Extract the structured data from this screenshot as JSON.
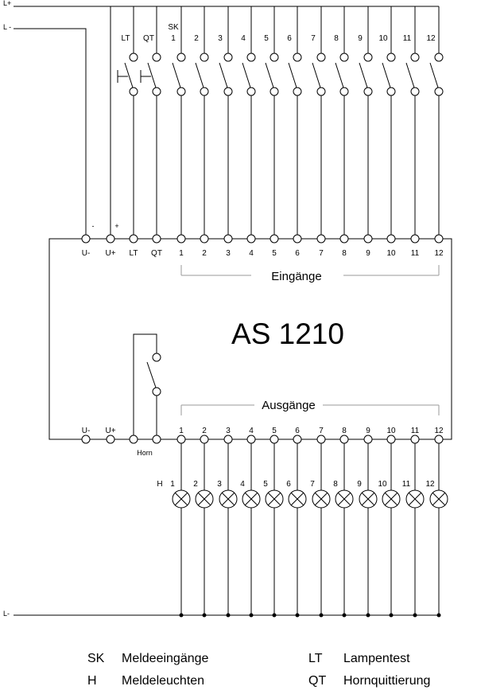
{
  "rails": {
    "top_positive": "L+",
    "top_negative": "L -",
    "bottom_negative": "L-"
  },
  "supply": {
    "minus_sign": "-",
    "plus_sign": "+"
  },
  "module": {
    "title": "AS 1210"
  },
  "inputs": {
    "switch_group_label": "SK",
    "switch_labels": [
      "LT",
      "QT",
      "1",
      "2",
      "3",
      "4",
      "5",
      "6",
      "7",
      "8",
      "9",
      "10",
      "11",
      "12"
    ],
    "terminal_labels": [
      "U-",
      "U+",
      "LT",
      "QT",
      "1",
      "2",
      "3",
      "4",
      "5",
      "6",
      "7",
      "8",
      "9",
      "10",
      "11",
      "12"
    ],
    "group_label": "Eingänge"
  },
  "outputs": {
    "group_label": "Ausgänge",
    "terminal_labels": [
      "U-",
      "U+",
      "1",
      "2",
      "3",
      "4",
      "5",
      "6",
      "7",
      "8",
      "9",
      "10",
      "11",
      "12"
    ],
    "horn_label": "Horn",
    "lamp_group_label": "H",
    "lamp_labels": [
      "1",
      "2",
      "3",
      "4",
      "5",
      "6",
      "7",
      "8",
      "9",
      "10",
      "11",
      "12"
    ]
  },
  "legend": [
    {
      "code": "SK",
      "text": "Meldeeingänge"
    },
    {
      "code": "H",
      "text": "Meldeleuchten"
    },
    {
      "code": "LT",
      "text": "Lampentest"
    },
    {
      "code": "QT",
      "text": "Hornquittierung"
    }
  ],
  "colors": {
    "wire": "#000000",
    "bracket": "#9a9a9a",
    "background": "#ffffff"
  }
}
